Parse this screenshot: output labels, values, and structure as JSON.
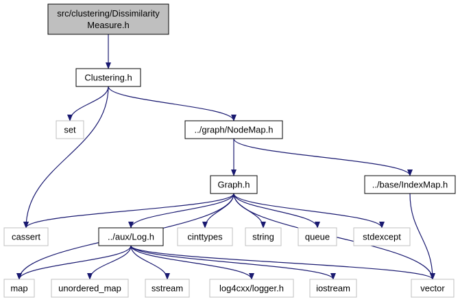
{
  "colors": {
    "edge": "#191970",
    "root_fill": "#bfbfbf",
    "node_fill": "#ffffff",
    "node_border": "#000000",
    "external_border": "#bfbfbf"
  },
  "nodes": {
    "root": {
      "lines": [
        "src/clustering/Dissimilarity",
        "Measure.h"
      ],
      "kind": "root"
    },
    "clustering": {
      "lines": [
        "Clustering.h"
      ],
      "kind": "local"
    },
    "set": {
      "lines": [
        "set"
      ],
      "kind": "external"
    },
    "nodemap": {
      "lines": [
        "../graph/NodeMap.h"
      ],
      "kind": "local"
    },
    "graph": {
      "lines": [
        "Graph.h"
      ],
      "kind": "local"
    },
    "indexmap": {
      "lines": [
        "../base/IndexMap.h"
      ],
      "kind": "local"
    },
    "cassert": {
      "lines": [
        "cassert"
      ],
      "kind": "external"
    },
    "log": {
      "lines": [
        "../aux/Log.h"
      ],
      "kind": "local"
    },
    "cinttypes": {
      "lines": [
        "cinttypes"
      ],
      "kind": "external"
    },
    "string": {
      "lines": [
        "string"
      ],
      "kind": "external"
    },
    "queue": {
      "lines": [
        "queue"
      ],
      "kind": "external"
    },
    "stdexcept": {
      "lines": [
        "stdexcept"
      ],
      "kind": "external"
    },
    "map": {
      "lines": [
        "map"
      ],
      "kind": "external"
    },
    "unordered_map": {
      "lines": [
        "unordered_map"
      ],
      "kind": "external"
    },
    "sstream": {
      "lines": [
        "sstream"
      ],
      "kind": "external"
    },
    "logger": {
      "lines": [
        "log4cxx/logger.h"
      ],
      "kind": "external"
    },
    "iostream": {
      "lines": [
        "iostream"
      ],
      "kind": "external"
    },
    "vector": {
      "lines": [
        "vector"
      ],
      "kind": "external"
    }
  },
  "edges": [
    [
      "root",
      "clustering"
    ],
    [
      "clustering",
      "set"
    ],
    [
      "clustering",
      "nodemap"
    ],
    [
      "clustering",
      "cassert"
    ],
    [
      "nodemap",
      "graph"
    ],
    [
      "nodemap",
      "indexmap"
    ],
    [
      "graph",
      "cassert"
    ],
    [
      "graph",
      "log"
    ],
    [
      "graph",
      "cinttypes"
    ],
    [
      "graph",
      "string"
    ],
    [
      "graph",
      "queue"
    ],
    [
      "graph",
      "stdexcept"
    ],
    [
      "graph",
      "map"
    ],
    [
      "graph",
      "vector"
    ],
    [
      "indexmap",
      "vector"
    ],
    [
      "log",
      "map"
    ],
    [
      "log",
      "unordered_map"
    ],
    [
      "log",
      "sstream"
    ],
    [
      "log",
      "logger"
    ],
    [
      "log",
      "iostream"
    ],
    [
      "log",
      "vector"
    ]
  ]
}
